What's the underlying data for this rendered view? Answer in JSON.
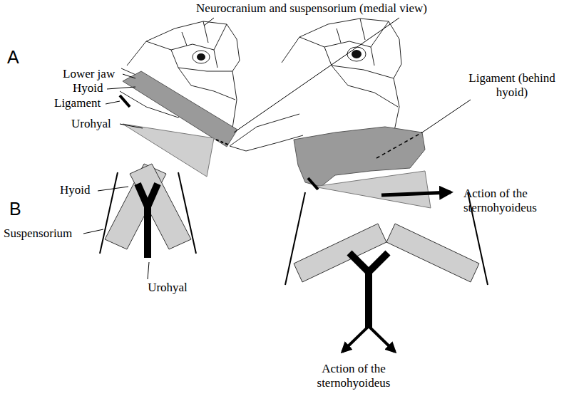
{
  "diagram": {
    "labels": [
      "Neurocranium and suspensorium (medial view)",
      "A",
      "Lower jaw",
      "Hyoid",
      "Ligament",
      "Urohyal",
      "Ligament (behind hyoid)",
      "Action of the sternohyoideus",
      "B",
      "Hyoid",
      "Suspensorium",
      "Urohyal",
      "Action of the sternohyoideus"
    ]
  }
}
